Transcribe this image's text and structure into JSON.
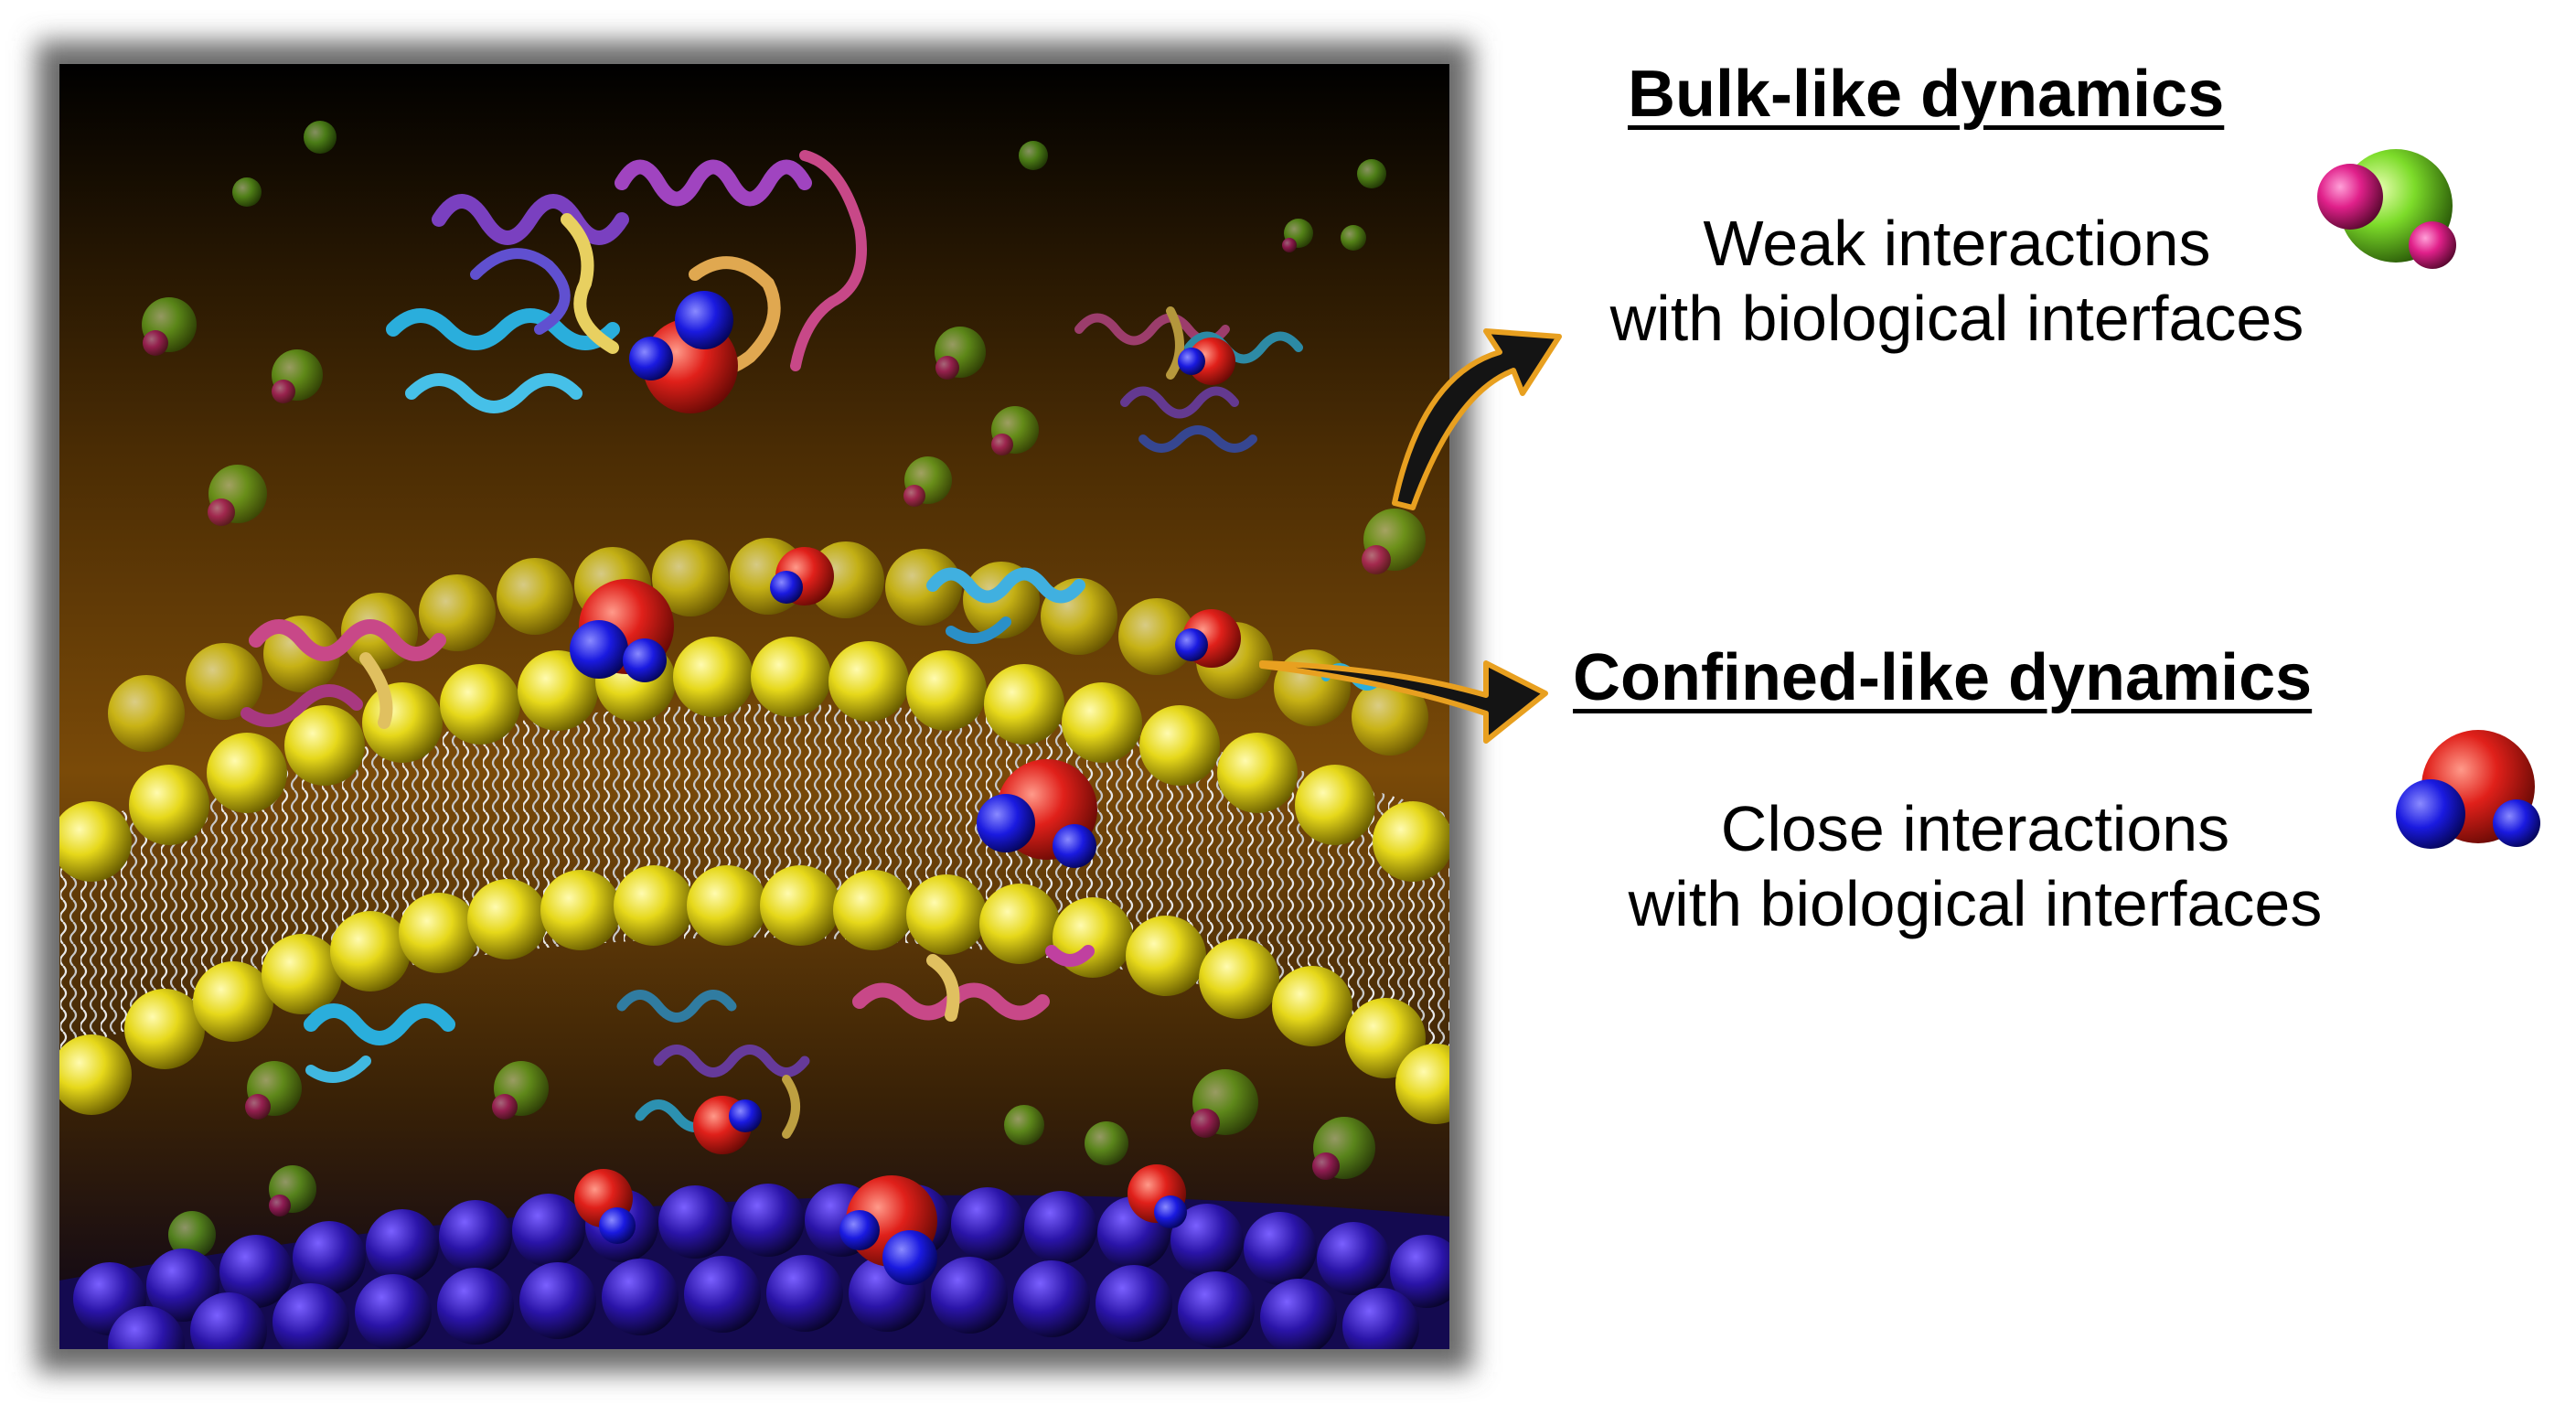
{
  "bulk": {
    "title": "Bulk-like dynamics",
    "line1": "Weak interactions",
    "line2": "with biological interfaces",
    "molecule_colors": [
      "#7ddc2a",
      "#e0208a"
    ]
  },
  "confined": {
    "title": "Confined-like dynamics",
    "line1": "Close interactions",
    "line2": "with biological interfaces",
    "molecule_colors": [
      "#e0201a",
      "#1a1ae0"
    ]
  },
  "colors": {
    "membrane_headgroup": "#e6d81a",
    "lipid_tail": "#e8e8e8",
    "substrate": "#2a14a8",
    "arrow_fill": "#141414",
    "arrow_outline": "#e8a020",
    "background_top": "#000000",
    "background_mid": "#7a4a08"
  }
}
